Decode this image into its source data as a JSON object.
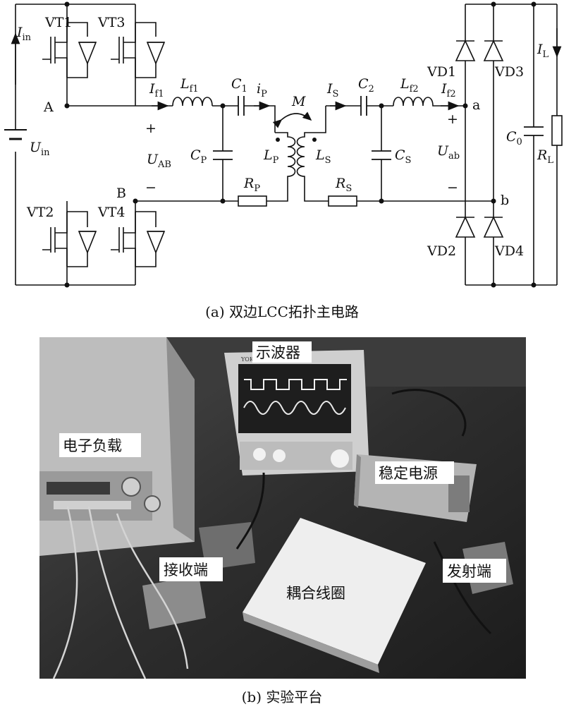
{
  "figure": {
    "caption_a": "(a)  双边LCC拓扑主电路",
    "caption_b": "(b)  实验平台"
  },
  "circuit": {
    "switches": [
      "VT1",
      "VT2",
      "VT3",
      "VT4"
    ],
    "diodes": [
      "VD1",
      "VD2",
      "VD3",
      "VD4"
    ],
    "nodes": {
      "A": "A",
      "B": "B",
      "a": "a",
      "b": "b"
    },
    "symbols": {
      "Iin": {
        "main": "I",
        "sub": "in"
      },
      "Uin": {
        "main": "U",
        "sub": "in"
      },
      "If1": {
        "main": "I",
        "sub": "f1"
      },
      "Lf1": {
        "main": "L",
        "sub": "f1"
      },
      "C1": {
        "main": "C",
        "sub": "1"
      },
      "iP": {
        "main": "i",
        "sub": "P"
      },
      "M": {
        "main": "M",
        "sub": ""
      },
      "IS": {
        "main": "I",
        "sub": "S"
      },
      "C2": {
        "main": "C",
        "sub": "2"
      },
      "Lf2": {
        "main": "L",
        "sub": "f2"
      },
      "If2": {
        "main": "I",
        "sub": "f2"
      },
      "UAB": {
        "main": "U",
        "sub": "AB"
      },
      "CP": {
        "main": "C",
        "sub": "P"
      },
      "LP": {
        "main": "L",
        "sub": "P"
      },
      "LS": {
        "main": "L",
        "sub": "S"
      },
      "CS": {
        "main": "C",
        "sub": "S"
      },
      "Uab": {
        "main": "U",
        "sub": "ab"
      },
      "RP": {
        "main": "R",
        "sub": "P"
      },
      "RS": {
        "main": "R",
        "sub": "S"
      },
      "IL": {
        "main": "I",
        "sub": "L"
      },
      "C0": {
        "main": "C",
        "sub": "0"
      },
      "RL": {
        "main": "R",
        "sub": "L"
      }
    },
    "plus": "+",
    "minus": "−"
  },
  "photo": {
    "labels": {
      "oscilloscope": "示波器",
      "electronic_load": "电子负载",
      "regulated_supply": "稳定电源",
      "receiver": "接收端",
      "coupling_coil": "耦合线圈",
      "transmitter": "发射端"
    },
    "scope_brand": "YOKOGAWA"
  },
  "colors": {
    "ink": "#111111",
    "background": "#ffffff"
  }
}
